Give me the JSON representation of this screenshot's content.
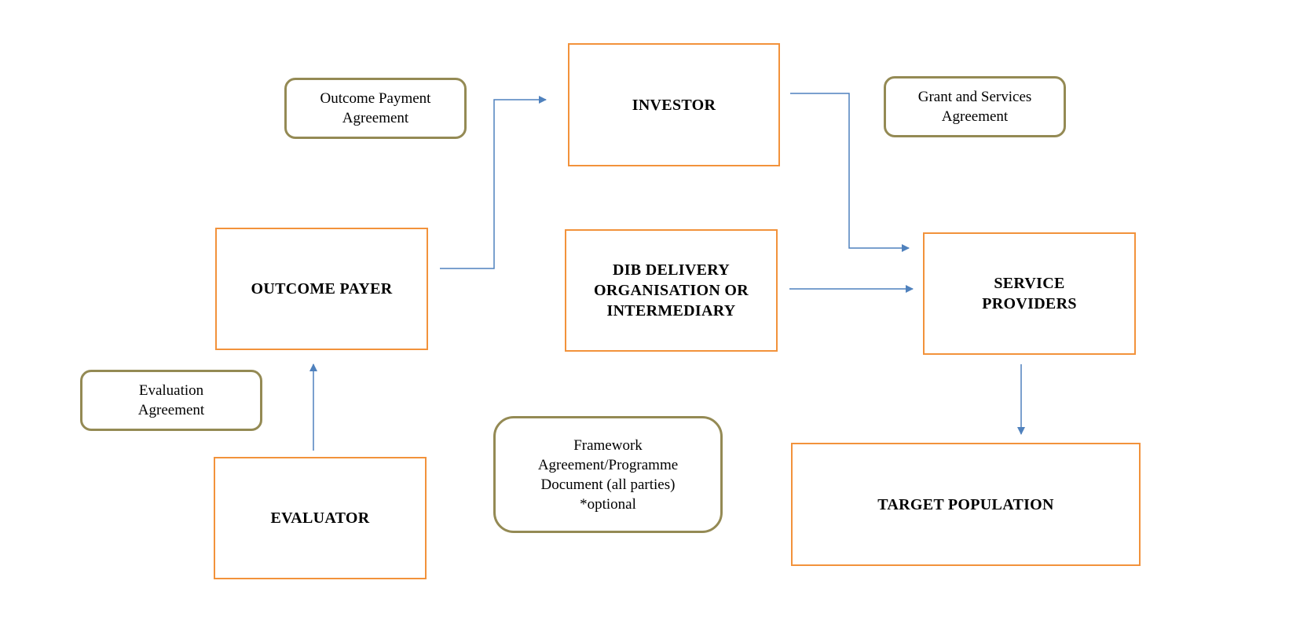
{
  "diagram": {
    "entities": {
      "investor": "INVESTOR",
      "outcome_payer": "OUTCOME PAYER",
      "dib_delivery": "DIB DELIVERY\nORGANISATION OR\nINTERMEDIARY",
      "service_providers": "SERVICE\nPROVIDERS",
      "evaluator": "EVALUATOR",
      "target_population": "TARGET POPULATION"
    },
    "agreements": {
      "outcome_payment": "Outcome Payment\nAgreement",
      "grant_services": "Grant and Services\nAgreement",
      "evaluation": "Evaluation\nAgreement",
      "framework": "Framework\nAgreement/Programme\nDocument (all parties)\n*optional"
    },
    "colors": {
      "entity_border": "#F2923B",
      "agreement_border": "#948A54",
      "arrow": "#4F81BD"
    }
  }
}
